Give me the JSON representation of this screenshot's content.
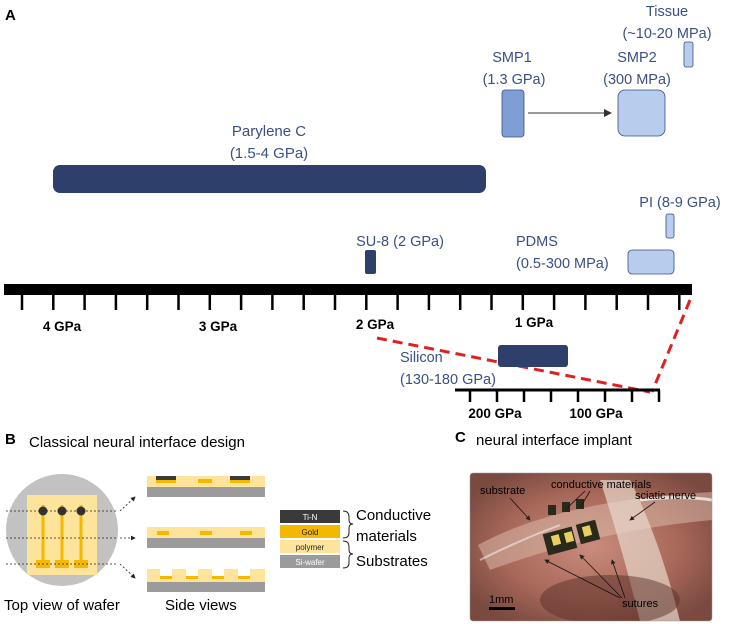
{
  "panelA": {
    "label": "A",
    "materials": {
      "tissue": {
        "name": "Tissue",
        "range": "(~10-20 MPa)"
      },
      "smp1": {
        "name": "SMP1",
        "range": "(1.3 GPa)"
      },
      "smp2": {
        "name": "SMP2",
        "range": "(300 MPa)"
      },
      "parylene": {
        "name": "Parylene C",
        "range": "(1.5-4 GPa)"
      },
      "su8": {
        "label": "SU-8 (2 GPa)"
      },
      "pdms": {
        "name": "PDMS",
        "range": "(0.5-300 MPa)"
      },
      "pi": {
        "label": "PI (8-9 GPa)"
      },
      "silicon": {
        "name": "Silicon",
        "range": "(130-180 GPa)"
      }
    },
    "axis_ticks": [
      "4 GPa",
      "3 GPa",
      "2 GPa",
      "1 GPa"
    ],
    "inset_ticks": [
      "200 GPa",
      "100 GPa"
    ]
  },
  "panelB": {
    "label": "B",
    "title": "Classical neural interface design",
    "top_view_label": "Top view of wafer",
    "side_views_label": "Side views",
    "legend": [
      "Ti-N",
      "Gold",
      "polymer",
      "Si-wafer"
    ],
    "group1": "Conductive",
    "group1b": "materials",
    "group2": "Substrates"
  },
  "panelC": {
    "label": "C",
    "title": "neural interface implant",
    "annotations": {
      "substrate": "substrate",
      "conductive": "conductive materials",
      "nerve": "sciatic nerve",
      "sutures": "sutures",
      "scale": "1mm"
    }
  },
  "colors": {
    "dark_blue": "#2f3f6b",
    "mid_blue": "#7f9ed4",
    "light_blue": "#b8cdee",
    "label_blue": "#3a4f86",
    "red_dash": "#e02020",
    "gold": "#f5b800",
    "polymer": "#fde49a",
    "wafer": "#9b9b9b",
    "tin": "#3a3a3a"
  }
}
